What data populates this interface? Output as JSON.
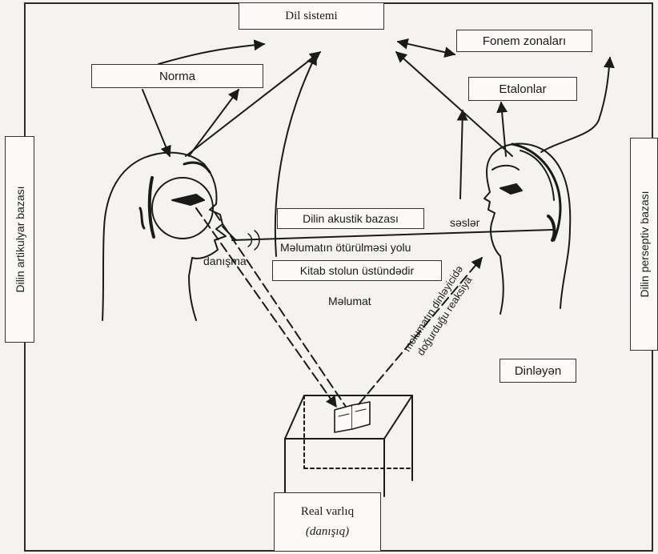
{
  "labels": {
    "dil_sistemi": "Dil sistemi",
    "fonem_zonalari": "Fonem zonaları",
    "norma": "Norma",
    "etalonlar": "Etalonlar",
    "dilin_artikulyar_bazasi": "Dilin artikulyar bazası",
    "dilin_perseptiv_bazasi": "Dilin perseptiv bazası",
    "dilin_akustik_bazasi": "Dilin akustik bazası",
    "sesler": "səslər",
    "danisma": "danışma",
    "melumatin_oturulmesi_yolu": "Məlumatın ötürülməsi yolu",
    "kitab_stolun_ustundedir": "Kitab stolun üstündədir",
    "melumat": "Məlumat",
    "reaksiya_line1": "məlumatın dinləyicidə",
    "reaksiya_line2": "doğurduğu reaksiya",
    "dinleyen": "Dinləyən",
    "real_varliq": "Real varlıq",
    "danisiq": "(danışıq)"
  }
}
